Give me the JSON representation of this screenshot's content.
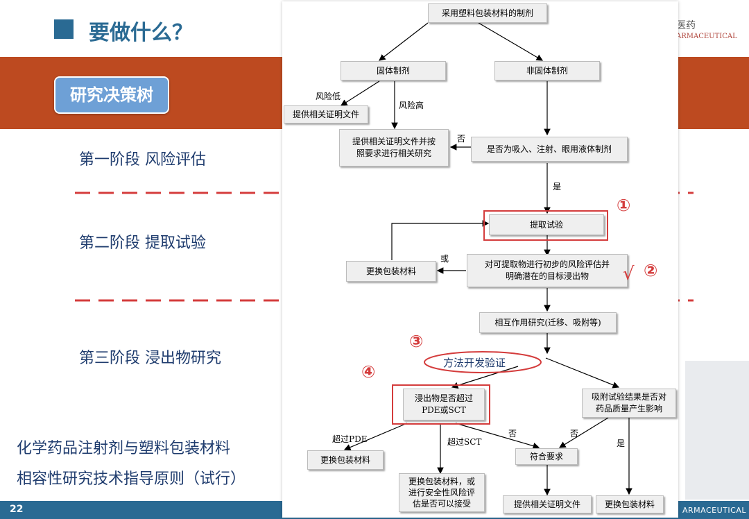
{
  "slide": {
    "title": "要做什么？",
    "decision_tree_label": "研究决策树",
    "stages": [
      "第一阶段  风险评估",
      "第二阶段  提取试验",
      "第三阶段  浸出物研究"
    ],
    "guideline_line1": "化学药品注射剂与塑料包装材料",
    "guideline_line2": "相容性研究技术指导原则（试行）",
    "page_number": "22",
    "brand_top": "医药",
    "brand_sub": "ARMACEUTICAL",
    "footer_brand": "ARMACEUTICAL"
  },
  "flowchart": {
    "root": "采用塑料包装材料的制剂",
    "solid": "固体制剂",
    "nonsolid": "非固体制剂",
    "provide_docs": "提供相关证明文件",
    "provide_docs_study_l1": "提供相关证明文件并按",
    "provide_docs_study_l2": "照要求进行相关研究",
    "inhalation_q": "是否为吸入、注射、眼用液体制剂",
    "extraction": "提取试验",
    "change_pkg": "更换包装材料",
    "risk_eval_l1": "对可提取物进行初步的风险评估并",
    "risk_eval_l2": "明确潜在的目标浸出物",
    "interaction": "相互作用研究(迁移、吸附等)",
    "method_dev": "方法开发验证",
    "leach_q_l1": "浸出物是否超过",
    "leach_q_l2": "PDE或SCT",
    "adsorb_q_l1": "吸附试验结果是否对",
    "adsorb_q_l2": "药品质量产生影响",
    "change_pkg_2": "更换包装材料",
    "change_pkg_safety_l1": "更换包装材料，或",
    "change_pkg_safety_l2": "进行安全性风险评",
    "change_pkg_safety_l3": "估是否可以接受",
    "meets_req": "符合要求",
    "provide_docs_final": "提供相关证明文件",
    "change_pkg_final": "更换包装材料",
    "labels": {
      "risk_low": "风险低",
      "risk_high": "风险高",
      "no_1": "否",
      "yes_1": "是",
      "or": "或",
      "over_pde": "超过PDE",
      "over_sct": "超过SCT",
      "no_2": "否",
      "no_3": "否",
      "yes_2": "是"
    },
    "markers": [
      "①",
      "②",
      "③",
      "④"
    ],
    "check_mark": "√"
  },
  "colors": {
    "title_blue": "#2a6a93",
    "band_orange": "#bd4a20",
    "marker_red": "#d43c3c",
    "dash_red": "#d43c3c",
    "box_gray": "#efefef"
  }
}
